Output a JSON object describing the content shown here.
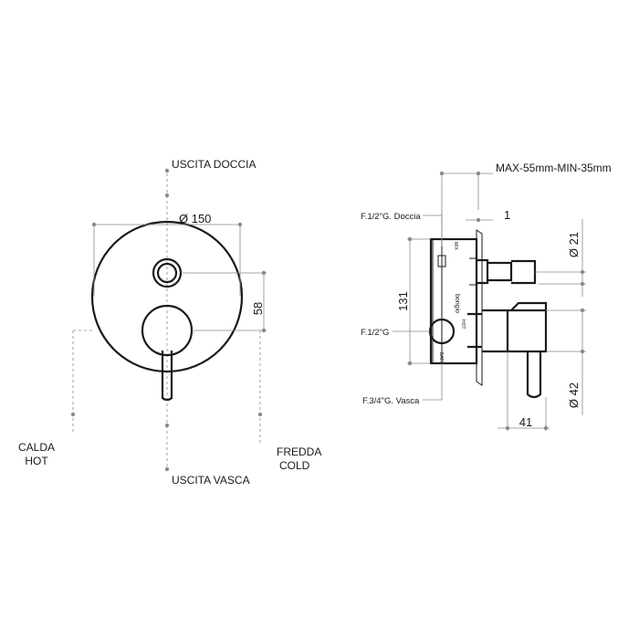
{
  "front_view": {
    "label_top": "USCITA DOCCIA",
    "label_bottom": "USCITA VASCA",
    "label_left_line1": "CALDA",
    "label_left_line2": "HOT",
    "label_right_line1": "FREDDA",
    "label_right_line2": "COLD",
    "dim_diameter": "Ø  150",
    "dim_height": "58"
  },
  "side_view": {
    "dim_max_min": "MAX-55mm-MIN-35mm",
    "dim_offset": "1",
    "dim_outlet_dia": "Ø  21",
    "dim_body_height": "131",
    "dim_handle_dia": "Ø  42",
    "dim_depth": "41",
    "conn_shower": "F.1/2\"G. Doccia",
    "conn_inlet": "F.1/2\"G",
    "conn_bath": "F.3/4\"G. Vasca",
    "body_mark": "bongio",
    "body_mark_small_top": "MIX",
    "body_mark_small_mid": "HOT",
    "body_mark_small_bot": "BATH"
  }
}
